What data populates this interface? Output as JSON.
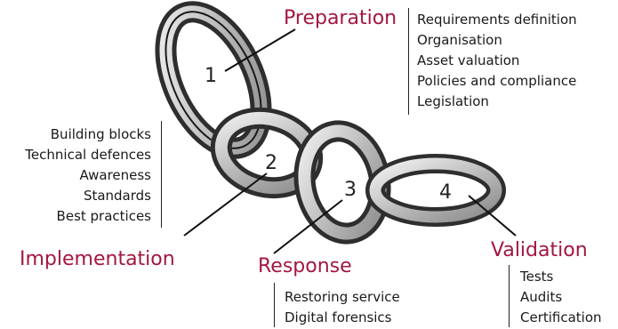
{
  "stages": [
    {
      "number": "1",
      "title": "Preparation",
      "items": [
        "Requirements definition",
        "Organisation",
        "Asset valuation",
        "Policies and compliance",
        "Legislation"
      ]
    },
    {
      "number": "2",
      "title": "Implementation",
      "items": [
        "Building blocks",
        "Technical defences",
        "Awareness",
        "Standards",
        "Best practices"
      ]
    },
    {
      "number": "3",
      "title": "Response",
      "items": [
        "Restoring service",
        "Digital forensics"
      ]
    },
    {
      "number": "4",
      "title": "Validation",
      "items": [
        "Tests",
        "Audits",
        "Certification"
      ]
    }
  ],
  "colors": {
    "title": "#a3173f",
    "text": "#1a1a1a",
    "link_dark": "#3a3a3a",
    "link_light": "#d8d8d8"
  }
}
